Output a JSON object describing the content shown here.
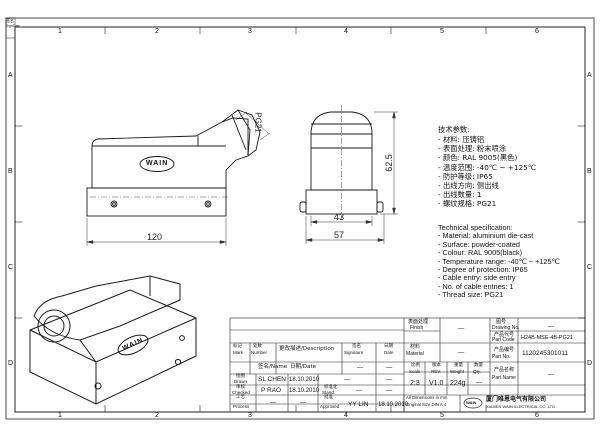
{
  "zones_top": [
    "1",
    "2",
    "3",
    "4",
    "5",
    "6"
  ],
  "zones_side": [
    "A",
    "B",
    "C",
    "D"
  ],
  "dims": {
    "pg21": "PG21",
    "height": "62.5",
    "width_small": "43",
    "width_total": "57",
    "length": "120"
  },
  "specs_cn": {
    "title": "技术参数:",
    "items": [
      "- 材料: 压铸铝",
      "- 表面处理: 粉末喷涂",
      "- 颜色: RAL 9005(黑色)",
      "- 温度范围: -40℃ ~ +125℃",
      "- 防护等级: IP65",
      "- 出线方向: 侧出线",
      "- 出线数量: 1",
      "- 螺纹规格: PG21"
    ]
  },
  "specs_en": {
    "title": "Technical specification:",
    "items": [
      "- Material: aluminium die-cast",
      "- Surface: powder-coated",
      "- Colour: RAL 9005(black)",
      "- Temperature range: -40℃ ~ +125℃",
      "- Degree of protection: IP65",
      "- Cable entry: side entry",
      "- No. of cable entries: 1",
      "- Thread size: PG21"
    ]
  },
  "title_block": {
    "finish_cn": "表面处理",
    "finish_en": "Finish",
    "finish_val": "—",
    "material_cn": "材料",
    "material_en": "Material",
    "material_val": "—",
    "drawing_no_cn": "图号",
    "drawing_no_en": "Drawing No.",
    "drawing_no_val": "—",
    "part_code_cn": "产品代号",
    "part_code_en": "Part Code",
    "part_code_val": "H24B-MSE-4B-PG21",
    "part_no_cn": "产品编号",
    "part_no_en": "Part No.",
    "part_no_val": "1120245301011",
    "part_name_cn": "产品名称",
    "part_name_en": "Part Name",
    "part_name_val": "—",
    "mark_cn": "标记",
    "mark_en": "Mark",
    "number_cn": "处数",
    "number_en": "Number",
    "change_cn": "更改描述/Description",
    "signature_cn": "签名",
    "signature_en": "Signature",
    "date_cn": "日期",
    "date_en": "Date",
    "name_col": "签名/Name",
    "date_col": "日期/Date",
    "scale_cn": "比例",
    "scale_en": "Scale",
    "scale_val": "2:3",
    "rev_cn": "版本",
    "rev_en": "REV.",
    "rev_val": "V1.0",
    "weight_cn": "重量",
    "weight_en": "Weight",
    "weight_val": "224g",
    "qty_cn": "数量",
    "qty_en": "Qty.",
    "qty_val": "—",
    "drawn_cn": "绘图",
    "drawn_en": "Drawn",
    "drawn_name": "SL CHEN",
    "drawn_date": "18.10.2010",
    "checked_cn": "审核",
    "checked_en": "Checked",
    "checked_name": "P RAO",
    "checked_date": "18.10.2010",
    "process_cn": "工艺",
    "process_en": "Process",
    "process_name": "—",
    "process_date": "—",
    "stand_cn": "标准化",
    "stand_en": "Stand.",
    "stand_name": "—",
    "stand_date": "—",
    "approved_cn": "批准",
    "approved_en": "Approved",
    "approved_name": "YY LIN",
    "approved_date": "18.10.2010",
    "dims_note_1": "All Dimensions in mm",
    "dims_note_2": "Original Size DIN A 4",
    "company_cn": "厦门唯恩电气有限公司",
    "company_en": "XIAMEN WAIN ELECTRICAL CO.,LTD",
    "logo_text": "WAIN"
  },
  "side_label": {
    "line1": "签名",
    "line2": "Sign/Date"
  }
}
